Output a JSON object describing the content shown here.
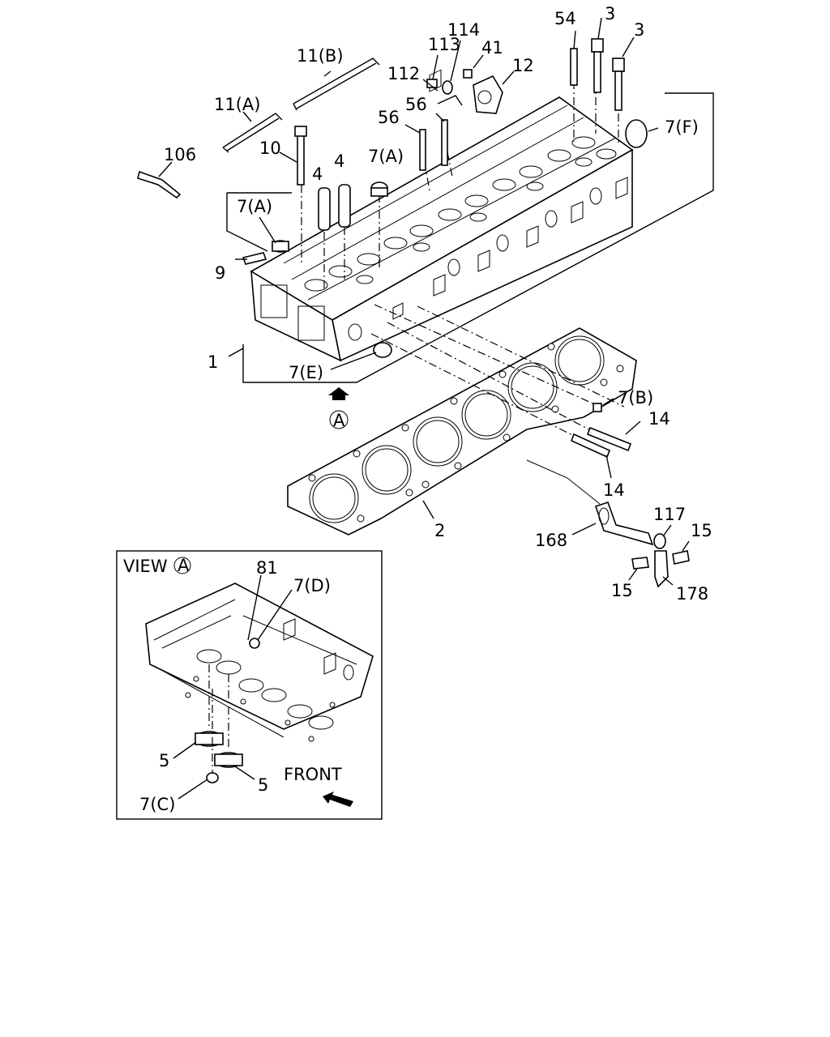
{
  "labels": {
    "p106": "106",
    "p11a": "11(A)",
    "p11b": "11(B)",
    "p10": "10",
    "p4a": "4",
    "p4b": "4",
    "p7a_left": "7(A)",
    "p7a_mid": "7(A)",
    "p9": "9",
    "p1": "1",
    "p7e": "7(E)",
    "view_a_marker": "A",
    "p113": "113",
    "p114": "114",
    "p112": "112",
    "p41": "41",
    "p12": "12",
    "p56a": "56",
    "p56b": "56",
    "p54": "54",
    "p3a": "3",
    "p3b": "3",
    "p7f": "7(F)",
    "p7b": "7(B)",
    "p14a": "14",
    "p14b": "14",
    "p2": "2",
    "p168": "168",
    "p117": "117",
    "p15a": "15",
    "p15b": "15",
    "p178": "178"
  },
  "inset": {
    "title": "VIEW",
    "title_marker": "A",
    "p81": "81",
    "p7d": "7(D)",
    "p5a": "5",
    "p5b": "5",
    "p7c": "7(C)",
    "front": "FRONT"
  }
}
